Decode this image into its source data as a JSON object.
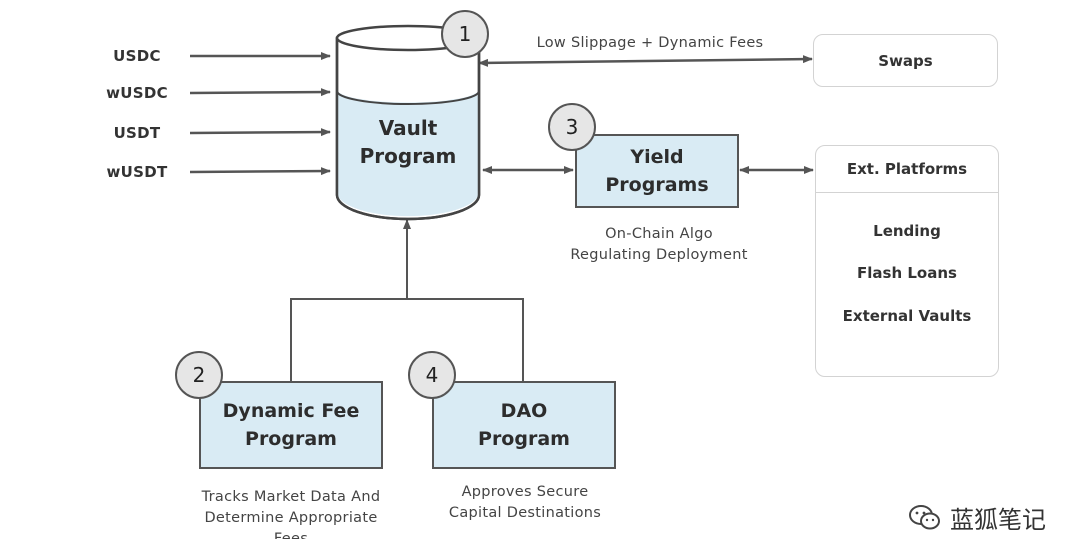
{
  "inputs": [
    "USDC",
    "wUSDC",
    "USDT",
    "wUSDT"
  ],
  "vault": {
    "line1": "Vault",
    "line2": "Program",
    "badge": "1"
  },
  "yield": {
    "line1": "Yield",
    "line2": "Programs",
    "badge": "3",
    "caption1": "On-Chain Algo",
    "caption2": "Regulating Deployment"
  },
  "dynamic_fee": {
    "line1": "Dynamic Fee",
    "line2": "Program",
    "badge": "2",
    "caption1": "Tracks Market Data And",
    "caption2": "Determine Appropriate",
    "caption3": "Fees"
  },
  "dao": {
    "line1": "DAO",
    "line2": "Program",
    "badge": "4",
    "caption1": "Approves Secure",
    "caption2": "Capital Destinations"
  },
  "swaps": {
    "edge_label": "Low Slippage + Dynamic Fees",
    "label": "Swaps"
  },
  "ext_platforms": {
    "title": "Ext. Platforms",
    "items": [
      "Lending",
      "Flash Loans",
      "External Vaults"
    ]
  },
  "watermark": {
    "text": "蓝狐笔记",
    "icon": "wechat-icon"
  },
  "colors": {
    "box_fill": "#d9ebf4",
    "badge_fill": "#e6e6e6",
    "line": "#555555"
  }
}
